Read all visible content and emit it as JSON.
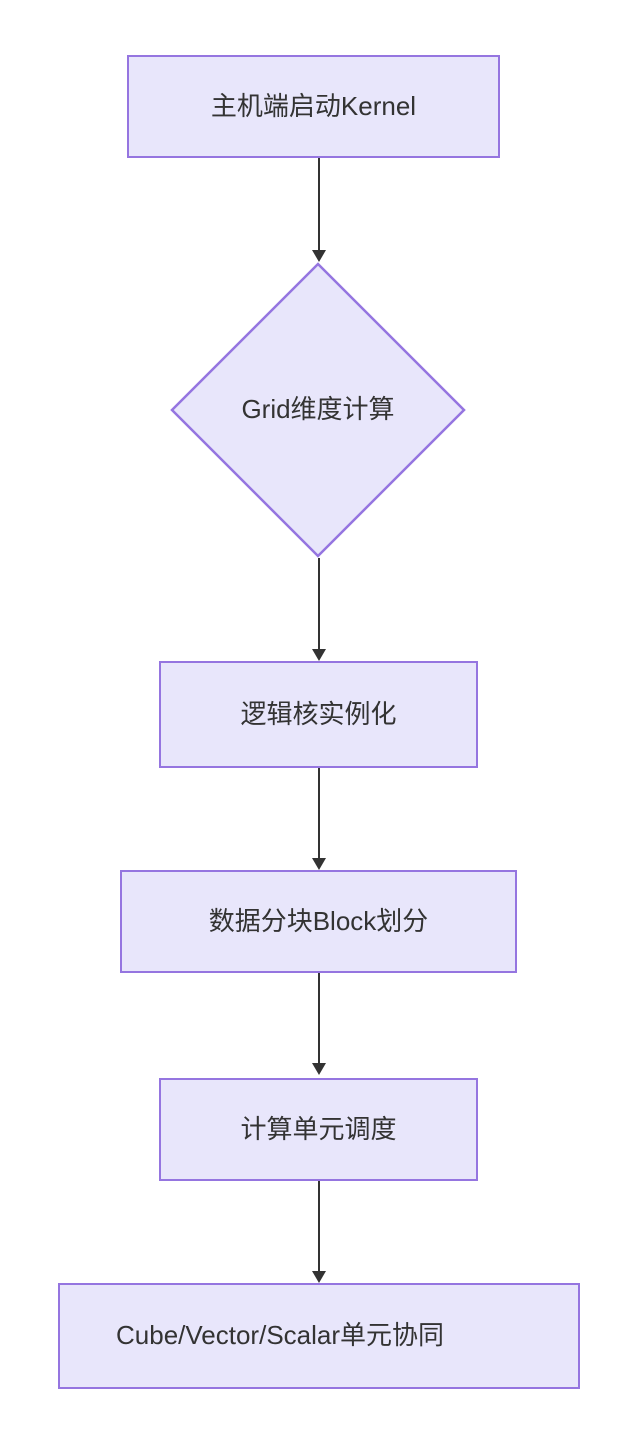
{
  "diagram": {
    "type": "flowchart",
    "orientation": "top-to-bottom",
    "background_color": "#ffffff",
    "node_fill_color": "#e8e6fb",
    "node_border_color": "#9575e0",
    "edge_color": "#333333",
    "text_color": "#333333",
    "nodes": [
      {
        "id": "n1",
        "shape": "rectangle",
        "label": "主机端启动Kernel"
      },
      {
        "id": "n2",
        "shape": "diamond",
        "label": "Grid维度计算"
      },
      {
        "id": "n3",
        "shape": "rectangle",
        "label": "逻辑核实例化"
      },
      {
        "id": "n4",
        "shape": "rectangle",
        "label": "数据分块Block划分"
      },
      {
        "id": "n5",
        "shape": "rectangle",
        "label": "计算单元调度"
      },
      {
        "id": "n6",
        "shape": "rectangle",
        "label": "Cube/Vector/Scalar单元协同"
      }
    ],
    "edges": [
      {
        "from": "n1",
        "to": "n2",
        "label": ""
      },
      {
        "from": "n2",
        "to": "n3",
        "label": ""
      },
      {
        "from": "n3",
        "to": "n4",
        "label": ""
      },
      {
        "from": "n4",
        "to": "n5",
        "label": ""
      },
      {
        "from": "n5",
        "to": "n6",
        "label": ""
      }
    ]
  }
}
